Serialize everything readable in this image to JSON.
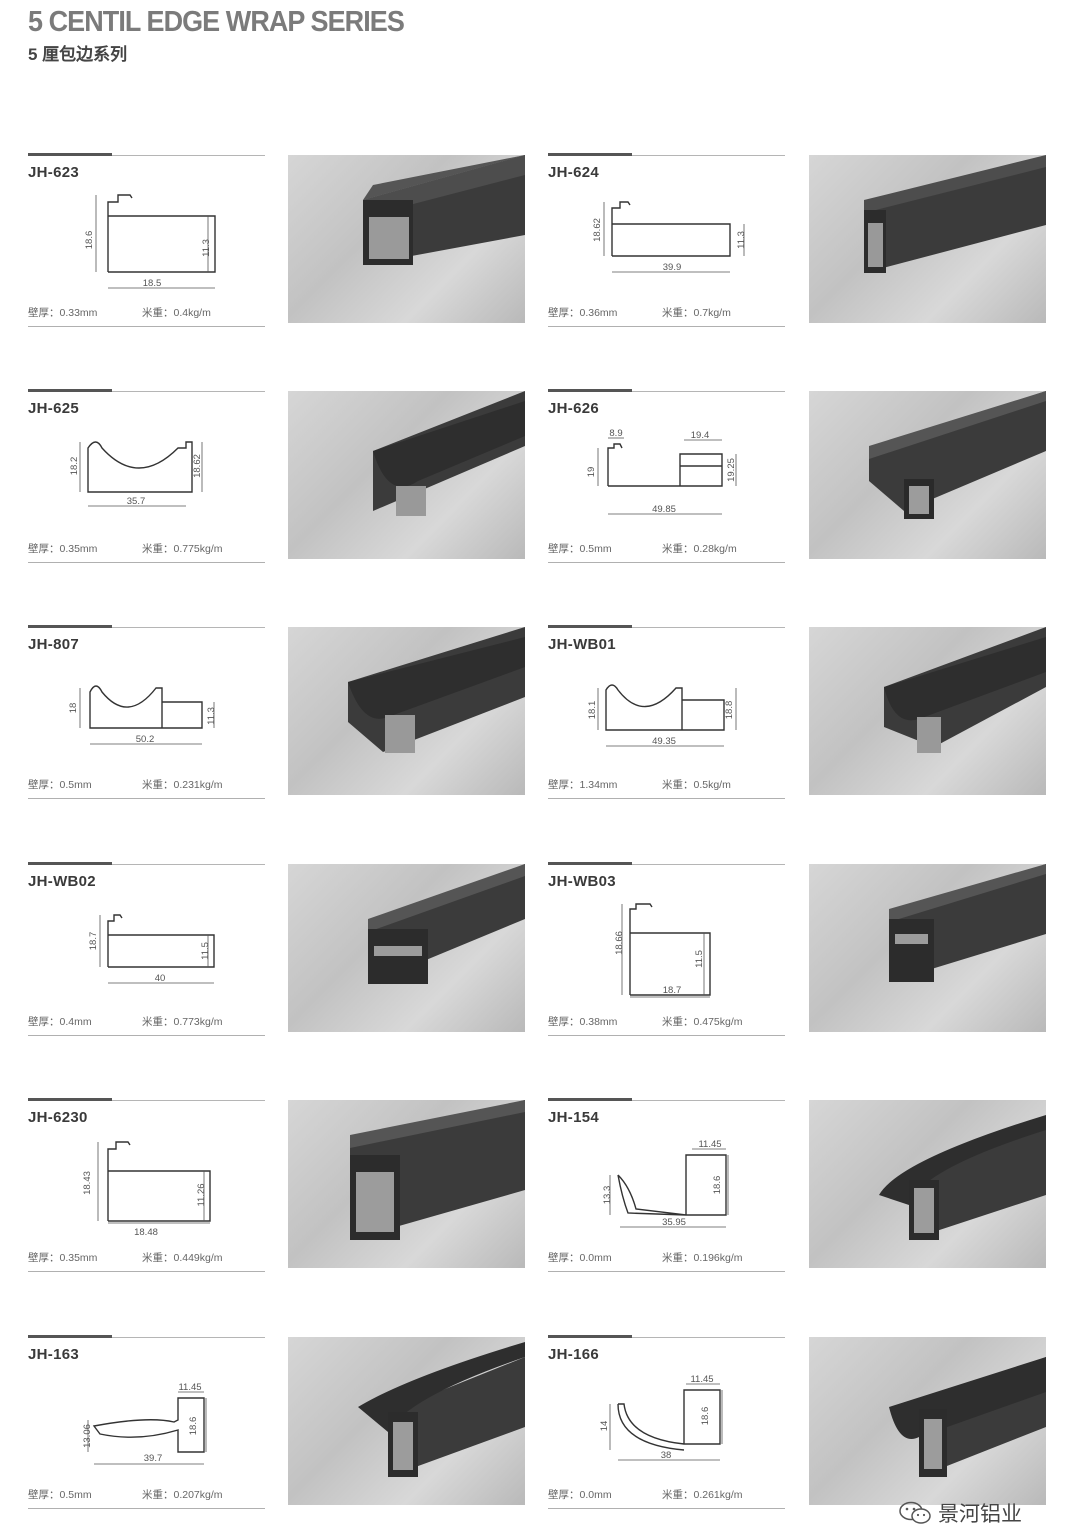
{
  "header": {
    "title_en": "5 CENTIL EDGE WRAP SERIES",
    "title_cn": "5 厘包边系列"
  },
  "labels": {
    "thickness": "壁厚：",
    "weight": "米重："
  },
  "items": [
    {
      "code": "JH-623",
      "thickness": "0.33mm",
      "weight": "0.4kg/m",
      "dims": [
        "18.6",
        "11.3",
        "18.5"
      ]
    },
    {
      "code": "JH-624",
      "thickness": "0.36mm",
      "weight": "0.7kg/m",
      "dims": [
        "18.62",
        "11.3",
        "39.9"
      ]
    },
    {
      "code": "JH-625",
      "thickness": "0.35mm",
      "weight": "0.775kg/m",
      "dims": [
        "18.2",
        "18.62",
        "35.7"
      ]
    },
    {
      "code": "JH-626",
      "thickness": "0.5mm",
      "weight": "0.28kg/m",
      "dims": [
        "8.9",
        "19.4",
        "19",
        "19.25",
        "49.85"
      ]
    },
    {
      "code": "JH-807",
      "thickness": "0.5mm",
      "weight": "0.231kg/m",
      "dims": [
        "18",
        "11.3",
        "50.2"
      ]
    },
    {
      "code": "JH-WB01",
      "thickness": "1.34mm",
      "weight": "0.5kg/m",
      "dims": [
        "18.1",
        "18.8",
        "49.35"
      ]
    },
    {
      "code": "JH-WB02",
      "thickness": "0.4mm",
      "weight": "0.773kg/m",
      "dims": [
        "18.7",
        "11.5",
        "40"
      ]
    },
    {
      "code": "JH-WB03",
      "thickness": "0.38mm",
      "weight": "0.475kg/m",
      "dims": [
        "18.66",
        "11.5",
        "18.7"
      ]
    },
    {
      "code": "JH-6230",
      "thickness": "0.35mm",
      "weight": "0.449kg/m",
      "dims": [
        "18.43",
        "11.26",
        "18.48"
      ]
    },
    {
      "code": "JH-154",
      "thickness": "0.0mm",
      "weight": "0.196kg/m",
      "dims": [
        "11.45",
        "13.3",
        "18.6",
        "35.95"
      ]
    },
    {
      "code": "JH-163",
      "thickness": "0.5mm",
      "weight": "0.207kg/m",
      "dims": [
        "11.45",
        "13.06",
        "18.6",
        "39.7"
      ]
    },
    {
      "code": "JH-166",
      "thickness": "0.0mm",
      "weight": "0.261kg/m",
      "dims": [
        "11.45",
        "14",
        "18.6",
        "38"
      ]
    }
  ],
  "watermark": {
    "text": "景河铝业",
    "icon": "wechat-icon"
  },
  "colors": {
    "profile": "#333333",
    "photo_bg": "#c8c8c8",
    "title": "#7b7b7b"
  }
}
